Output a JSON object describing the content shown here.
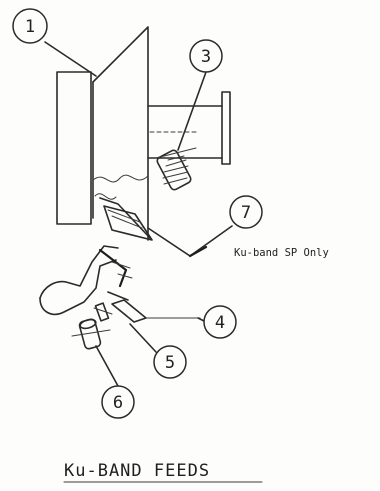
{
  "callouts": [
    "1",
    "3",
    "7",
    "4",
    "5",
    "6"
  ],
  "note": "Ku-band SP Only",
  "caption": "Ku-BAND FEEDS",
  "colors": {
    "ink": "#2b2b2b",
    "paper": "#fdfdfc"
  }
}
